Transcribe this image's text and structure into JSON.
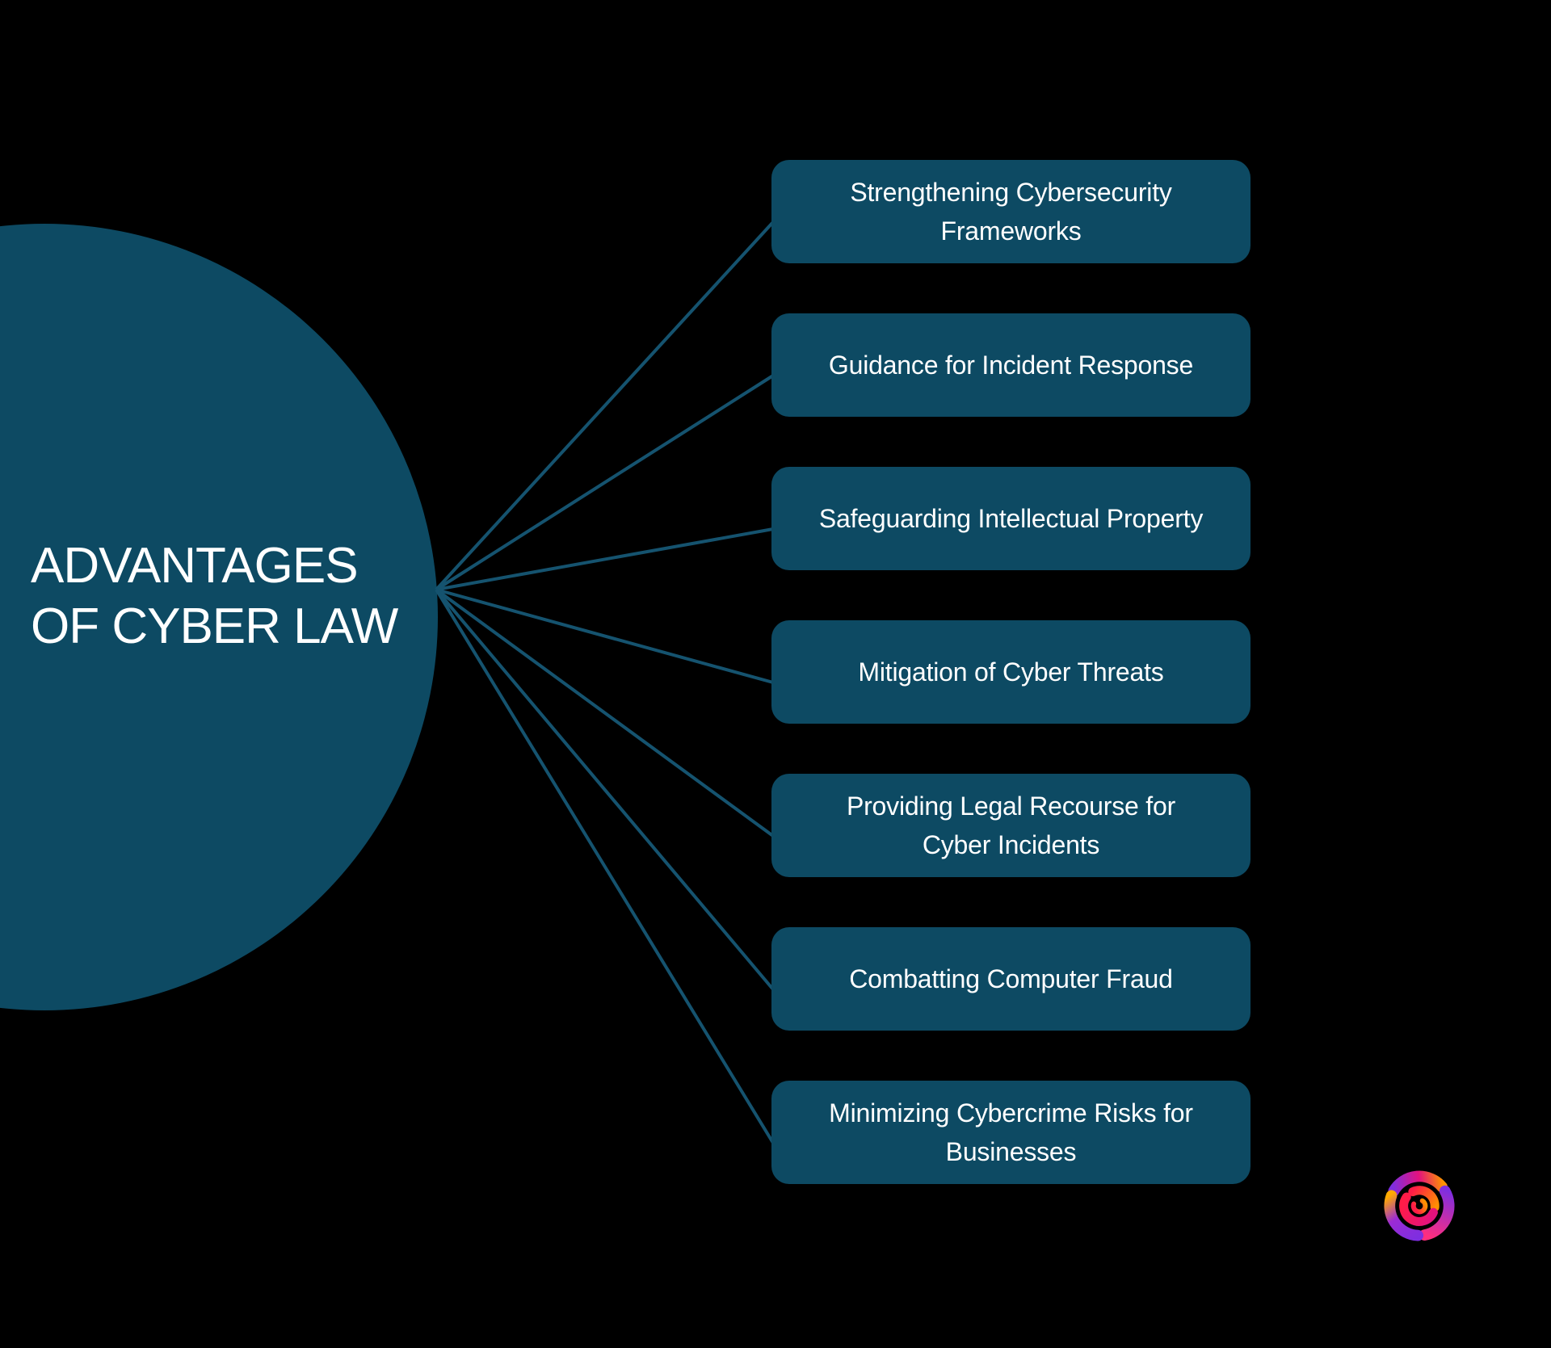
{
  "title": {
    "lines": [
      "ADVANTAGES",
      "OF CYBER LAW"
    ]
  },
  "nodes": [
    {
      "label": "Strengthening Cybersecurity Frameworks"
    },
    {
      "label": "Guidance for Incident Response"
    },
    {
      "label": "Safeguarding Intellectual Property"
    },
    {
      "label": "Mitigation of Cyber Threats"
    },
    {
      "label": "Providing Legal Recourse for Cyber Incidents"
    },
    {
      "label": "Combatting Computer Fraud"
    },
    {
      "label": "Minimizing Cybercrime Risks for Businesses"
    }
  ],
  "logo": {
    "name": "swirl-rose-brand-logo"
  },
  "colors": {
    "background": "#000000",
    "shape": "#0d4a63",
    "connector": "#15536f",
    "text": "#ffffff",
    "logo_purple": "#7e2ee0",
    "logo_violet": "#9c2bd4",
    "logo_magenta": "#e3127e",
    "logo_pink": "#ff2e7e",
    "logo_red": "#ff1c47",
    "logo_orange": "#ff9100",
    "logo_amber": "#ffaa00"
  }
}
